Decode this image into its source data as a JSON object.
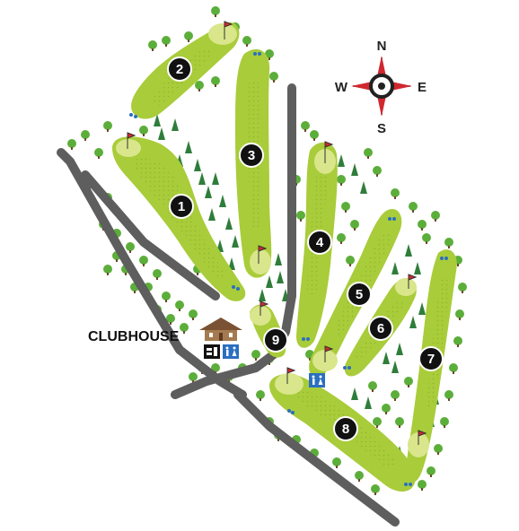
{
  "clubhouse": {
    "label": "CLUBHOUSE"
  },
  "compass": {
    "north": "N",
    "south": "S",
    "east": "E",
    "west": "W"
  },
  "holes": [
    {
      "number": "1"
    },
    {
      "number": "2"
    },
    {
      "number": "3"
    },
    {
      "number": "4"
    },
    {
      "number": "5"
    },
    {
      "number": "6"
    },
    {
      "number": "7"
    },
    {
      "number": "8"
    },
    {
      "number": "9"
    }
  ],
  "colors": {
    "fairway": "#a9cc3a",
    "fairway_dark": "#8fb52e",
    "green": "#d9e68b",
    "rough_tree": "#5cae3a",
    "pine_tree": "#2f7d3a",
    "cart_path": "#5e5e5e",
    "flag": "#d0282e",
    "marker": "#111111",
    "tee_marker": "#2a6fc0",
    "clubhouse_roof": "#7a5233"
  }
}
